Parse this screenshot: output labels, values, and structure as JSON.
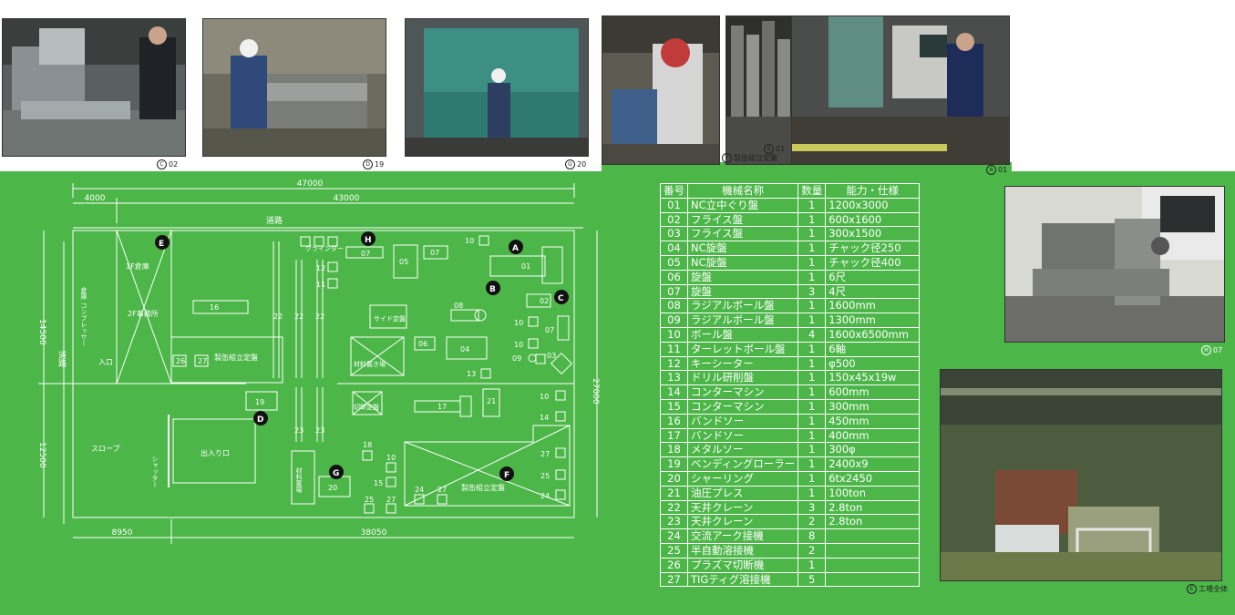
{
  "photos": {
    "c02": {
      "label": "02",
      "letter": "C"
    },
    "d19": {
      "label": "19",
      "letter": "D"
    },
    "g20": {
      "label": "20",
      "letter": "G"
    },
    "b01": {
      "label": "01",
      "letter": "B"
    },
    "f": {
      "label": "製缶組立定盤",
      "letter": "F"
    },
    "a01": {
      "label": "01",
      "letter": "A"
    },
    "h07": {
      "label": "07",
      "letter": "H"
    },
    "e": {
      "label": "工場全体",
      "letter": "E"
    }
  },
  "plan": {
    "dims": {
      "total_width": "47000",
      "left_top": "4000",
      "right_top": "43000",
      "total_height": "27000",
      "upper_height": "14500",
      "lower_height": "12500",
      "left_bottom": "8950",
      "right_bottom": "38050"
    },
    "labels": {
      "road_top": "道路",
      "road_left": "道路",
      "warehouse_1f": "1F倉庫",
      "office_2f": "2F事務所",
      "entrance": "入口",
      "compressor": "倉庫\nコンプレッサー",
      "assembly_left": "製缶組立定盤",
      "slope": "スロープ",
      "shutter": "シャッター",
      "gate": "出入り口",
      "grinder": "グラインダー",
      "side_plate": "サイド定盤",
      "material_area": "材料置き場",
      "cutting_plate": "切断定盤",
      "material_shelf": "材料置場",
      "assembly_right": "製缶組立定盤"
    },
    "machines": {
      "m16": "16",
      "m26": "26",
      "m27a": "27",
      "m22a": "22",
      "m22b": "22",
      "m22c": "22",
      "m07a": "07",
      "m05": "05",
      "m07b": "07",
      "m10a": "10",
      "m01": "01",
      "m12": "12",
      "m11": "11",
      "m02": "02",
      "m08": "08",
      "m10b": "10",
      "m07c": "07",
      "m06": "06",
      "m04": "04",
      "m10c": "10",
      "m09": "09",
      "m03": "03",
      "m13": "13",
      "m19": "19",
      "m17": "17",
      "m21": "21",
      "m10d": "10",
      "m14": "14",
      "m23a": "23",
      "m23b": "23",
      "m18": "18",
      "m10e": "10",
      "m15": "15",
      "m20": "20",
      "m25a": "25",
      "m27b": "27",
      "m24a": "24",
      "m27c": "27",
      "m27d": "27",
      "m25b": "25",
      "m24b": "24"
    },
    "markers": {
      "A": "A",
      "B": "B",
      "C": "C",
      "D": "D",
      "E": "E",
      "F": "F",
      "G": "G",
      "H": "H"
    }
  },
  "table": {
    "headers": [
      "番号",
      "機械名称",
      "数量",
      "能力・仕様"
    ],
    "rows": [
      [
        "01",
        "NC立中ぐり盤",
        "1",
        "1200x3000"
      ],
      [
        "02",
        "フライス盤",
        "1",
        "600x1600"
      ],
      [
        "03",
        "フライス盤",
        "1",
        "300x1500"
      ],
      [
        "04",
        "NC旋盤",
        "1",
        "チャック径250"
      ],
      [
        "05",
        "NC旋盤",
        "1",
        "チャック径400"
      ],
      [
        "06",
        "旋盤",
        "1",
        "6尺"
      ],
      [
        "07",
        "旋盤",
        "3",
        "4尺"
      ],
      [
        "08",
        "ラジアルボール盤",
        "1",
        "1600mm"
      ],
      [
        "09",
        "ラジアルボール盤",
        "1",
        "1300mm"
      ],
      [
        "10",
        "ボール盤",
        "4",
        "1600x6500mm"
      ],
      [
        "11",
        "ターレットボール盤",
        "1",
        "6軸"
      ],
      [
        "12",
        "キーシーター",
        "1",
        "φ500"
      ],
      [
        "13",
        "ドリル研削盤",
        "1",
        "150x45x19w"
      ],
      [
        "14",
        "コンターマシン",
        "1",
        "600mm"
      ],
      [
        "15",
        "コンターマシン",
        "1",
        "300mm"
      ],
      [
        "16",
        "バンドソー",
        "1",
        "450mm"
      ],
      [
        "17",
        "バンドソー",
        "1",
        "400mm"
      ],
      [
        "18",
        "メタルソー",
        "1",
        "300φ"
      ],
      [
        "19",
        "ベンディングローラー",
        "1",
        "2400x9"
      ],
      [
        "20",
        "シャーリング",
        "1",
        "6tx2450"
      ],
      [
        "21",
        "油圧プレス",
        "1",
        "100ton"
      ],
      [
        "22",
        "天井クレーン",
        "3",
        "2.8ton"
      ],
      [
        "23",
        "天井クレーン",
        "2",
        "2.8ton"
      ],
      [
        "24",
        "交流アーク接機",
        "8",
        ""
      ],
      [
        "25",
        "半自動溶接機",
        "2",
        ""
      ],
      [
        "26",
        "プラズマ切断機",
        "1",
        ""
      ],
      [
        "27",
        "TIGティグ溶接機",
        "5",
        ""
      ]
    ]
  }
}
